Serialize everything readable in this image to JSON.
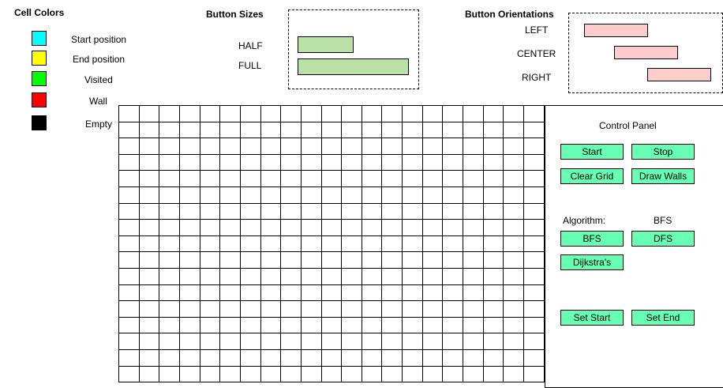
{
  "legend": {
    "title": "Cell Colors",
    "items": [
      {
        "label": "Start position",
        "color": "#00ffff"
      },
      {
        "label": "End position",
        "color": "#ffff00"
      },
      {
        "label": "Visited",
        "color": "#00ff00"
      },
      {
        "label": "Wall",
        "color": "#ff0000"
      },
      {
        "label": "Empty",
        "color": "#000000"
      }
    ]
  },
  "button_sizes": {
    "title": "Button Sizes",
    "half_label": "HALF",
    "full_label": "FULL",
    "color": "#b9e0a5"
  },
  "button_orientations": {
    "title": "Button Orientations",
    "left_label": "LEFT",
    "center_label": "CENTER",
    "right_label": "RIGHT",
    "color": "#ffcccc"
  },
  "grid": {
    "rows": 17,
    "cols": 21
  },
  "control_panel": {
    "title": "Control Panel",
    "start": "Start",
    "stop": "Stop",
    "clear_grid": "Clear Grid",
    "draw_walls": "Draw Walls",
    "algorithm_label": "Algorithm:",
    "algorithm_value": "BFS",
    "bfs": "BFS",
    "dfs": "DFS",
    "dijkstra": "Dijkstra's",
    "set_start": "Set Start",
    "set_end": "Set End",
    "button_color": "#66ffb3"
  }
}
